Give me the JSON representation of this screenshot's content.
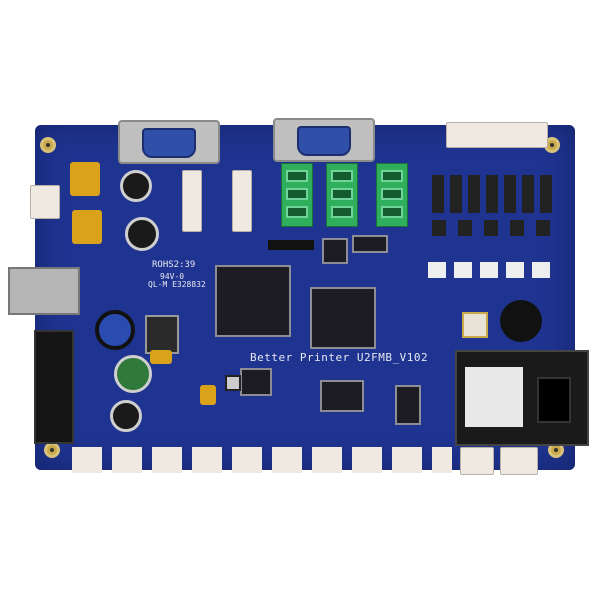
{
  "board": {
    "model_label": "Better Printer U2FMB_V102",
    "rohs_label": "ROHS2:39",
    "flammability_label": "94V-0",
    "cert_label": "QL-M E328832"
  },
  "colors": {
    "pcb": "#1f3490",
    "terminal": "#2fae5c",
    "connector": "#efe9e2",
    "gold": "#c9a94a"
  }
}
